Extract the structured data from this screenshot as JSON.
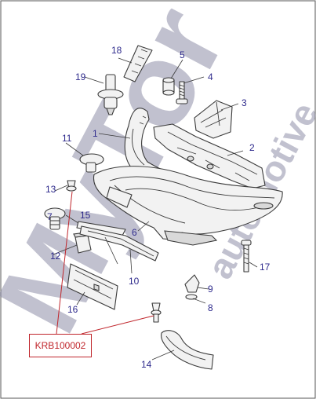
{
  "watermark": {
    "main": "MyTor",
    "sub": "automotive",
    "color": "#8e8ea8"
  },
  "callouts": [
    "1",
    "2",
    "3",
    "4",
    "5",
    "6",
    "7",
    "8",
    "9",
    "10",
    "11",
    "12",
    "13",
    "14",
    "15",
    "16",
    "17",
    "18",
    "19"
  ],
  "reference": {
    "code": "KRB100002",
    "color": "#c0262c"
  },
  "colors": {
    "number": "#2e2a8c",
    "line": "#3a3a3a"
  }
}
